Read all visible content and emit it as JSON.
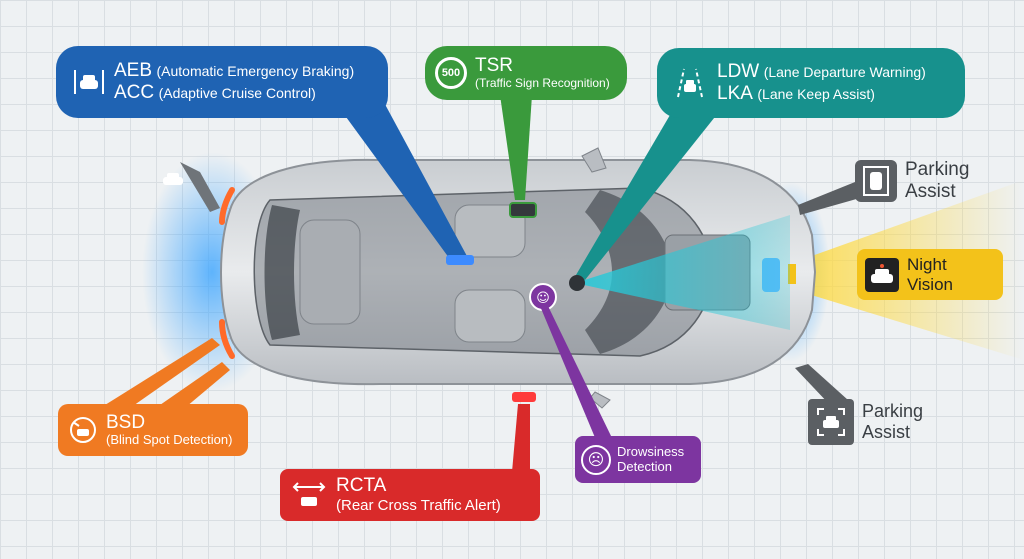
{
  "callouts": {
    "aeb_acc": {
      "line1_abbr": "AEB",
      "line1_full": "(Automatic Emergency Braking)",
      "line2_abbr": "ACC",
      "line2_full": "(Adaptive Cruise Control)",
      "icon": "car-brake-icon",
      "color": "#1f63b3"
    },
    "tsr": {
      "abbr": "TSR",
      "full": "(Traffic Sign Recognition)",
      "sign_value": "500",
      "icon": "speed-sign-icon",
      "color": "#3a9a3c"
    },
    "ldw_lka": {
      "line1_abbr": "LDW",
      "line1_full": "(Lane Departure Warning)",
      "line2_abbr": "LKA",
      "line2_full": "(Lane Keep Assist)",
      "icon": "lane-car-icon",
      "color": "#17918d"
    },
    "parking_front": {
      "line1": "Parking",
      "line2": "Assist",
      "icon": "parking-car-icon",
      "color": "#5b5f63"
    },
    "night_vision": {
      "label": "Night Vision",
      "icon": "night-car-icon",
      "color": "#f3c21a"
    },
    "parking_rear": {
      "line1": "Parking",
      "line2": "Assist",
      "icon": "parking-rear-icon",
      "color": "#5b5f63"
    },
    "bsd": {
      "abbr": "BSD",
      "full": "(Blind Spot Detection)",
      "icon": "blind-spot-icon",
      "color": "#f07a22"
    },
    "rcta": {
      "abbr": "RCTA",
      "full": "(Rear Cross Traffic Alert)",
      "icon": "cross-traffic-icon",
      "color": "#d92a2a"
    },
    "drowsiness": {
      "line1": "Drowsiness",
      "line2": "Detection",
      "icon": "drowsy-face-icon",
      "color": "#7d35a0"
    }
  }
}
